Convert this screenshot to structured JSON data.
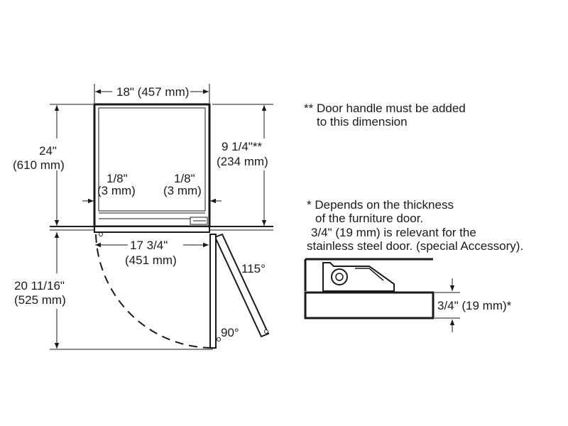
{
  "dims": {
    "width_top": "18\" (457 mm)",
    "depth_top_in": "24\"",
    "depth_top_mm": "(610 mm)",
    "gap_left_in": "1/8\"",
    "gap_left_mm": "(3 mm)",
    "gap_right_in": "1/8\"",
    "gap_right_mm": "(3 mm)",
    "handle_in": "9 1/4\"**",
    "handle_mm": "(234 mm)",
    "inner_width_in": "17 3/4\"",
    "inner_width_mm": "(451 mm)",
    "door_in": "20 11/16\"",
    "door_mm": "(525 mm)",
    "angle_open": "115°",
    "angle_right": "90°",
    "door_thickness": "3/4\" (19 mm)*"
  },
  "notes": {
    "note1_line1": "** Door handle must be added",
    "note1_line2": "to this dimension",
    "note2_line1": "* Depends on the thickness",
    "note2_line2": "of the furniture door.",
    "note2_line3": "3/4\" (19 mm) is relevant for the",
    "note2_line4": "stainless steel door. (special Accessory)."
  }
}
